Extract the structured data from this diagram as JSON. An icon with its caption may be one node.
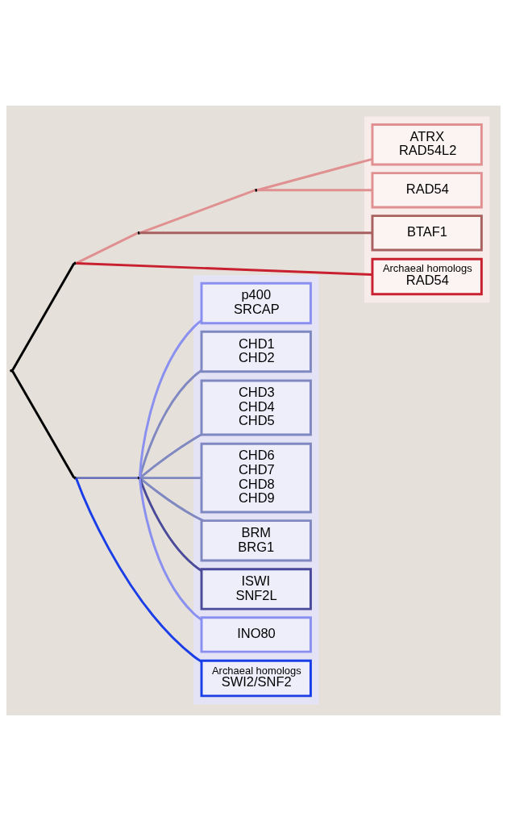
{
  "diagram": {
    "nodes": [
      {
        "text": [],
        "shape": "point"
      },
      {
        "text": [],
        "shape": "point"
      },
      {
        "text": [],
        "shape": "point"
      },
      {
        "text": [],
        "shape": "point"
      },
      {
        "text": [],
        "shape": "band"
      },
      {
        "text": [
          "Archaeal homologs",
          "RAD54"
        ],
        "in": 4
      },
      {
        "text": [
          "BTAF1"
        ],
        "in": 4
      },
      {
        "text": [
          "ATRX",
          "RAD54L2"
        ],
        "in": 4
      },
      {
        "text": [
          "RAD54"
        ],
        "in": 4
      },
      {
        "text": [],
        "shape": "point"
      },
      {
        "text": [],
        "shape": "point"
      },
      {
        "text": [],
        "shape": "band"
      },
      {
        "text": [
          "Archaeal homologs",
          "SWI2/SNF2"
        ],
        "in": 11
      },
      {
        "text": [
          "CHD1",
          "CHD2"
        ],
        "in": 11
      },
      {
        "text": [
          "CHD3",
          "CHD4",
          "CHD5"
        ],
        "in": 11
      },
      {
        "text": [
          "CHD6",
          "CHD7",
          "CHD8",
          "CHD9"
        ],
        "in": 11
      },
      {
        "text": [
          "BRM",
          "BRG1"
        ],
        "in": 11
      },
      {
        "text": [
          "ISWI",
          "SNF2L"
        ],
        "in": 11
      },
      {
        "text": [
          "INO80"
        ],
        "in": 11
      },
      {
        "text": [
          "p400",
          "SRCAP"
        ],
        "in": 11
      }
    ],
    "edges": [
      {
        "from": 0,
        "to": 1,
        "arrow": "none",
        "color": "#000000"
      },
      {
        "from": 1,
        "to": 5,
        "arrow": "none",
        "color": "#c8202f"
      },
      {
        "from": 1,
        "to": 2,
        "arrow": "none",
        "color": "#e09090"
      },
      {
        "from": 2,
        "to": 6,
        "arrow": "none",
        "color": "#a86060"
      },
      {
        "from": 2,
        "to": 3,
        "arrow": "none",
        "color": "#e09090"
      },
      {
        "from": 3,
        "to": 7,
        "arrow": "none",
        "color": "#e09090"
      },
      {
        "from": 3,
        "to": 8,
        "arrow": "none",
        "color": "#e09090"
      },
      {
        "from": 0,
        "to": 9,
        "arrow": "none",
        "color": "#000000"
      },
      {
        "from": 9,
        "to": 12,
        "arrow": "none",
        "color": "#1a3ee8"
      },
      {
        "from": 9,
        "to": 10,
        "arrow": "none",
        "color": "#6c74b8"
      },
      {
        "from": 10,
        "to": 13,
        "arrow": "none",
        "color": "#7f88c0"
      },
      {
        "from": 10,
        "to": 14,
        "arrow": "none",
        "color": "#7f88c0"
      },
      {
        "from": 10,
        "to": 15,
        "arrow": "none",
        "color": "#7f88c0"
      },
      {
        "from": 10,
        "to": 16,
        "arrow": "none",
        "color": "#7f88c0"
      },
      {
        "from": 10,
        "to": 17,
        "arrow": "none",
        "color": "#4a4a9a"
      },
      {
        "from": 10,
        "to": 18,
        "arrow": "none",
        "color": "#8a90f0"
      },
      {
        "from": 10,
        "to": 19,
        "arrow": "none",
        "color": "#8a90f0"
      }
    ]
  }
}
